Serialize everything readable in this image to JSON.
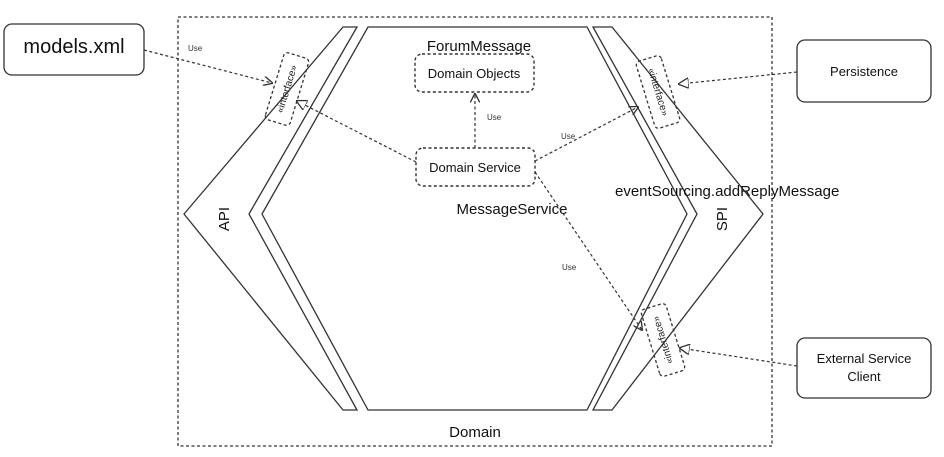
{
  "domain_label": "Domain",
  "core": {
    "title": "ForumMessage",
    "service_label": "MessageService",
    "domain_objects": "Domain Objects",
    "domain_service": "Domain Service"
  },
  "api": {
    "label": "API",
    "interface": "«interface»"
  },
  "spi": {
    "label": "SPI",
    "interface_top": "«interface»",
    "interface_bottom": "«interface»"
  },
  "event_label": "eventSourcing.addReplyMessage",
  "external": {
    "models": "models.xml",
    "persistence": "Persistence",
    "client_line1": "External Service",
    "client_line2": "Client"
  },
  "use_labels": {
    "models": "Use",
    "objects": "Use",
    "spi": "Use",
    "client": "Use"
  }
}
